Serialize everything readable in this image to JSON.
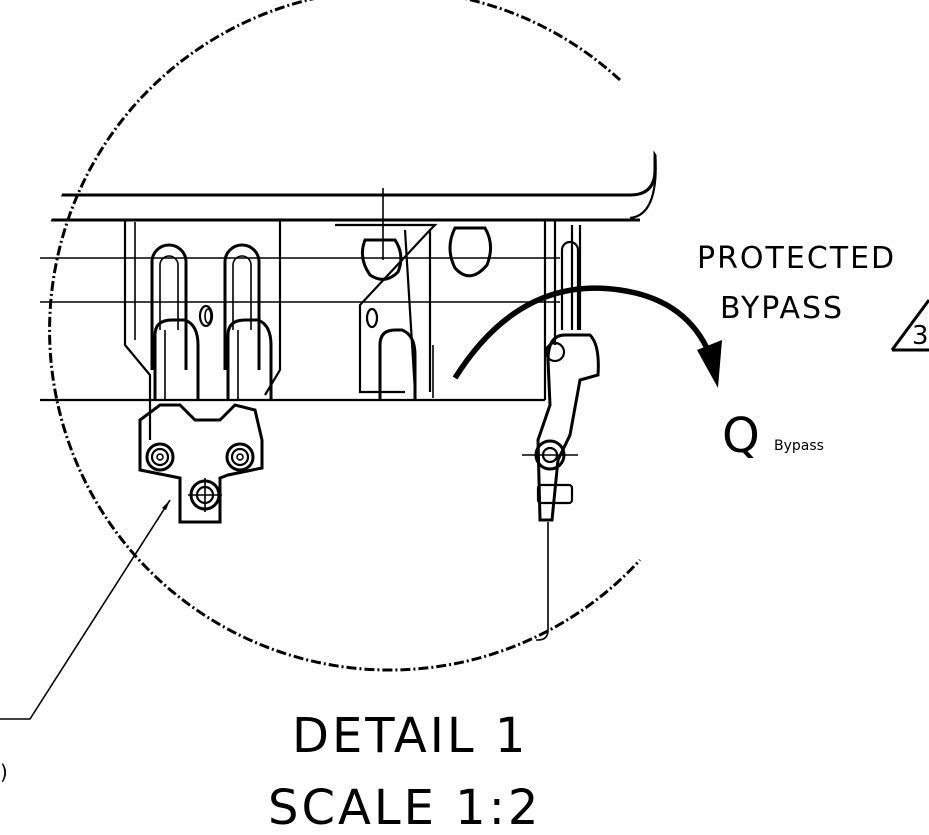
{
  "labels": {
    "protected": "PROTECTED",
    "bypass": "BYPASS",
    "flow_symbol": "Q",
    "flow_subscript": "Bypass",
    "detail_title": "DETAIL 1",
    "detail_scale": "SCALE 1:2",
    "revision_marker": "3",
    "cut_off_text": ")"
  }
}
